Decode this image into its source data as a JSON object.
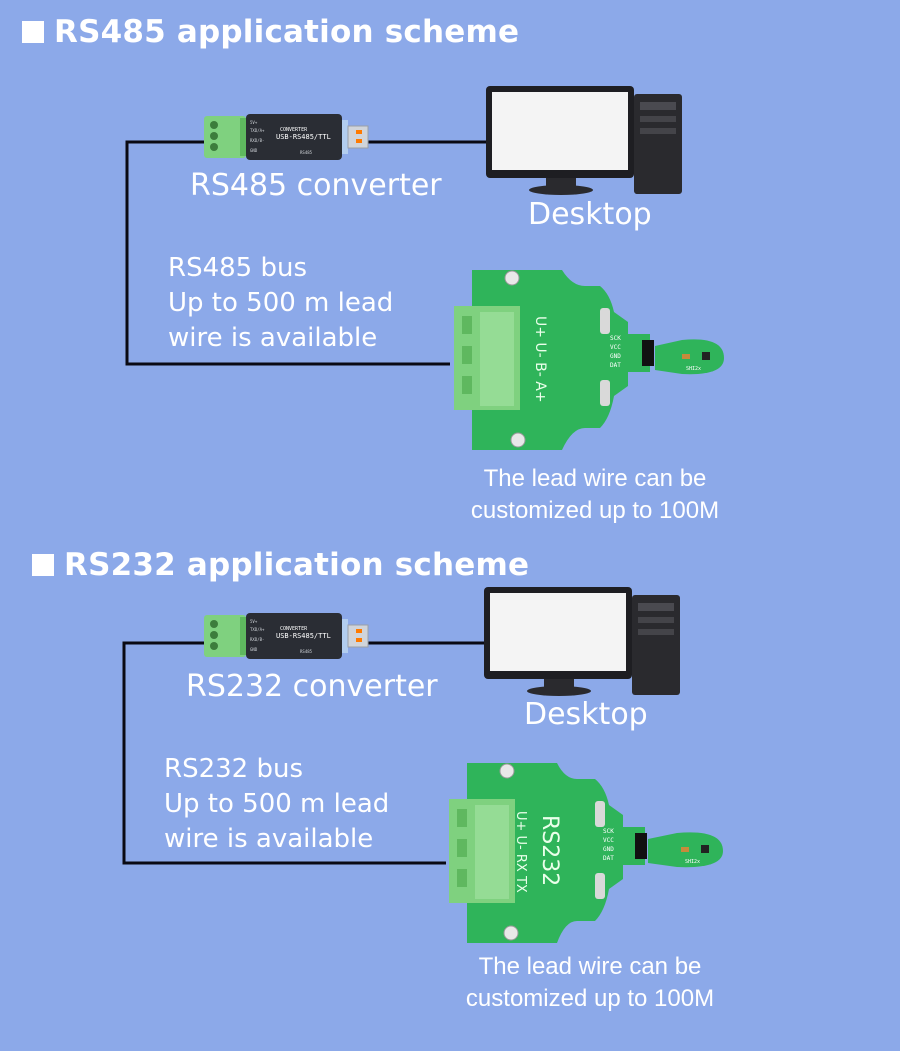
{
  "sections": [
    {
      "title": "RS485 application scheme",
      "converter_label": "RS485 converter",
      "desktop_label": "Desktop",
      "bus_lines": [
        "RS485 bus",
        "Up to 500 m lead",
        "wire is available"
      ],
      "note_lines": [
        "The lead wire can be",
        "customized up to 100M"
      ],
      "converter_print": {
        "main": "USB-RS485/TTL",
        "sub": "CONVERTER",
        "pins": [
          "5V+",
          "TXD/A+",
          "RXD/B-",
          "GND"
        ],
        "mode": "RS485"
      },
      "board_print": {
        "pins": "U+ U- B- A+",
        "chip": "",
        "header": [
          "SCK",
          "VCC",
          "GND",
          "DAT"
        ],
        "probe": "SHI2x"
      }
    },
    {
      "title": "RS232 application scheme",
      "converter_label": "RS232 converter",
      "desktop_label": "Desktop",
      "bus_lines": [
        "RS232 bus",
        "Up to 500 m lead",
        "wire is available"
      ],
      "note_lines": [
        "The lead wire can be",
        "customized up to 100M"
      ],
      "converter_print": {
        "main": "USB-RS485/TTL",
        "sub": "CONVERTER",
        "pins": [
          "5V+",
          "TXD/A+",
          "RXD/B-",
          "GND"
        ],
        "mode": "RS485"
      },
      "board_print": {
        "pins": "U+ U- RX TX",
        "chip": "RS232",
        "header": [
          "SCK",
          "VCC",
          "GND",
          "DAT"
        ],
        "probe": "SHI2x"
      }
    }
  ],
  "colors": {
    "background": "#8ca9e9",
    "text": "#ffffff",
    "wire": "#0a0a14",
    "pcb": "#2fb45a",
    "terminal": "#7fd17f",
    "converter_body": "#2a2d34",
    "monitor_frame": "#1e1e22",
    "screen": "#f4f4f4"
  },
  "icons": [
    "usb-converter-icon",
    "desktop-computer-icon",
    "sensor-board-icon"
  ]
}
